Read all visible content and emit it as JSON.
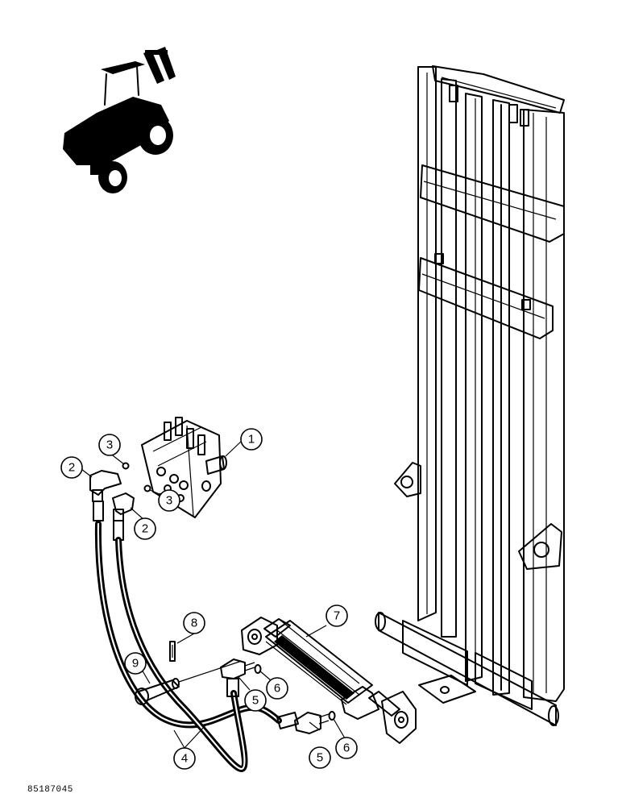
{
  "drawing_number": "85187045",
  "callouts": [
    "1",
    "2",
    "3",
    "2",
    "3",
    "4",
    "5",
    "6",
    "5",
    "6",
    "7",
    "8",
    "9"
  ],
  "colors": {
    "ink": "#000000",
    "paper": "#ffffff"
  }
}
